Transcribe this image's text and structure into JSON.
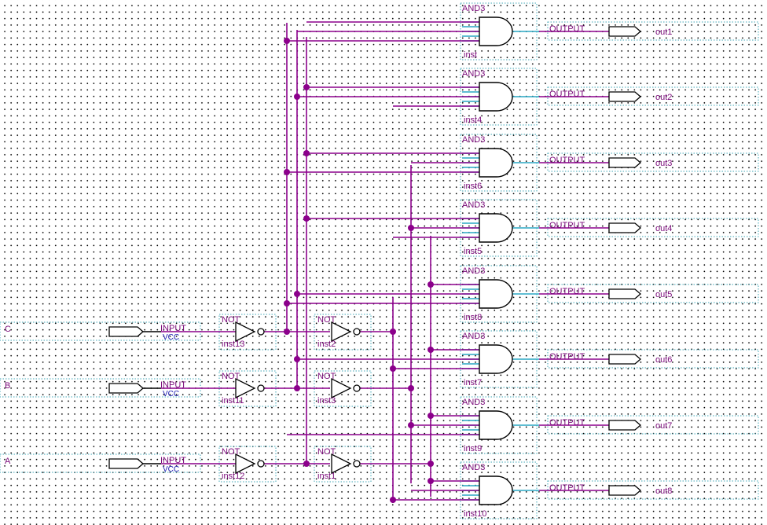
{
  "inputs": [
    {
      "name": "C",
      "type": "INPUT",
      "default": "VCC"
    },
    {
      "name": "B",
      "type": "INPUT",
      "default": "VCC"
    },
    {
      "name": "A",
      "type": "INPUT",
      "default": "VCC"
    }
  ],
  "not_gates": {
    "first_stage": [
      {
        "type": "NOT",
        "inst": "inst13"
      },
      {
        "type": "NOT",
        "inst": "inst11"
      },
      {
        "type": "NOT",
        "inst": "inst12"
      }
    ],
    "second_stage": [
      {
        "type": "NOT",
        "inst": "inst2"
      },
      {
        "type": "NOT",
        "inst": "inst3"
      },
      {
        "type": "NOT",
        "inst": "inst1"
      }
    ]
  },
  "and_gates": [
    {
      "type": "AND3",
      "inst": "inst"
    },
    {
      "type": "AND3",
      "inst": "inst4"
    },
    {
      "type": "AND3",
      "inst": "inst6"
    },
    {
      "type": "AND3",
      "inst": "inst5"
    },
    {
      "type": "AND3",
      "inst": "inst8"
    },
    {
      "type": "AND3",
      "inst": "inst7"
    },
    {
      "type": "AND3",
      "inst": "inst9"
    },
    {
      "type": "AND3",
      "inst": "inst10"
    }
  ],
  "outputs": [
    {
      "type": "OUTPUT",
      "name": "out1"
    },
    {
      "type": "OUTPUT",
      "name": "out2"
    },
    {
      "type": "OUTPUT",
      "name": "out3"
    },
    {
      "type": "OUTPUT",
      "name": "out4"
    },
    {
      "type": "OUTPUT",
      "name": "out5"
    },
    {
      "type": "OUTPUT",
      "name": "out6"
    },
    {
      "type": "OUTPUT",
      "name": "out7"
    },
    {
      "type": "OUTPUT",
      "name": "out8"
    }
  ],
  "colors": {
    "wire": "#8b008b",
    "junction": "#8b008b",
    "symbol_border": "#3fa7b7",
    "pin": "#2aa7c4",
    "label": "#7a0a7a",
    "vcc": "#1a1ab0"
  }
}
